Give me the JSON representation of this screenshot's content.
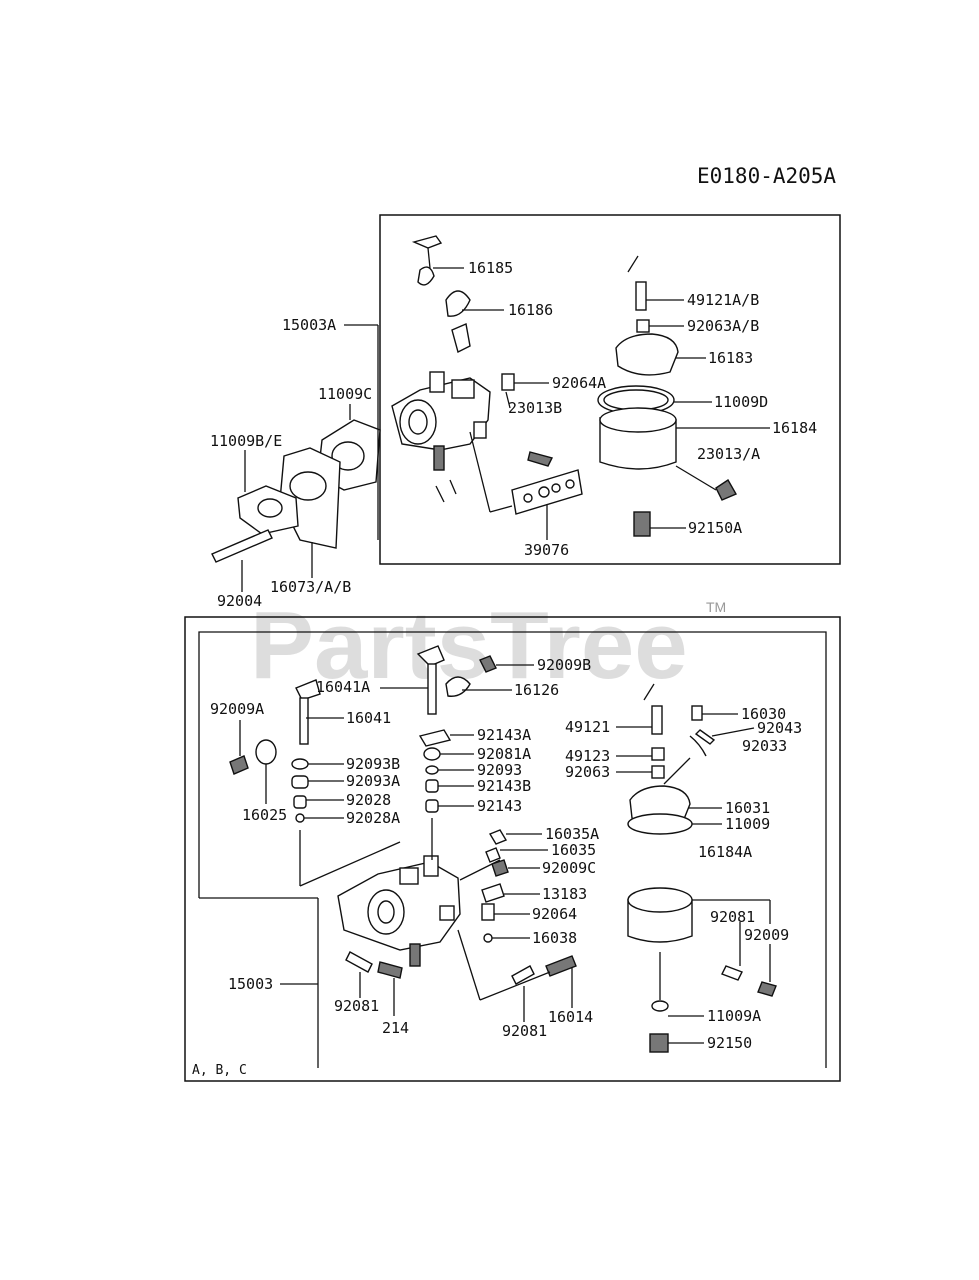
{
  "diagram_code": "E0180-A205A",
  "watermark": "PartsTree",
  "trademark": "TM",
  "variant_note": "A, B, C",
  "upper_labels": {
    "p16185": "16185",
    "p16186": "16186",
    "p15003A": "15003A",
    "p92064A": "92064A",
    "p23013B": "23013B",
    "p11009C": "11009C",
    "p11009BE": "11009B/E",
    "p39076": "39076",
    "p92004": "92004",
    "p16073AB": "16073/A/B",
    "p49121AB": "49121A/B",
    "p92063AB": "92063A/B",
    "p16183": "16183",
    "p11009D": "11009D",
    "p16184": "16184",
    "p23013A": "23013/A",
    "p92150A": "92150A"
  },
  "lower_labels": {
    "p92009B": "92009B",
    "p16041A": "16041A",
    "p16126": "16126",
    "p92009A": "92009A",
    "p16041": "16041",
    "p92143A": "92143A",
    "p92081A": "92081A",
    "p92093B": "92093B",
    "p92093A": "92093A",
    "p92093": "92093",
    "p92143B": "92143B",
    "p92028": "92028",
    "p92143": "92143",
    "p16025": "16025",
    "p92028A": "92028A",
    "p16035A": "16035A",
    "p16035": "16035",
    "p92009C": "92009C",
    "p13183": "13183",
    "p92064": "92064",
    "p16038": "16038",
    "p15003": "15003",
    "p92081_left": "92081",
    "p214": "214",
    "p92081_mid": "92081",
    "p16014": "16014",
    "p49121": "49121",
    "p49123": "49123",
    "p92063": "92063",
    "p16030": "16030",
    "p92043": "92043",
    "p92033": "92033",
    "p16031": "16031",
    "p11009": "11009",
    "p16184A": "16184A",
    "p92081_right": "92081",
    "p92009": "92009",
    "p11009A": "11009A",
    "p92150": "92150"
  }
}
